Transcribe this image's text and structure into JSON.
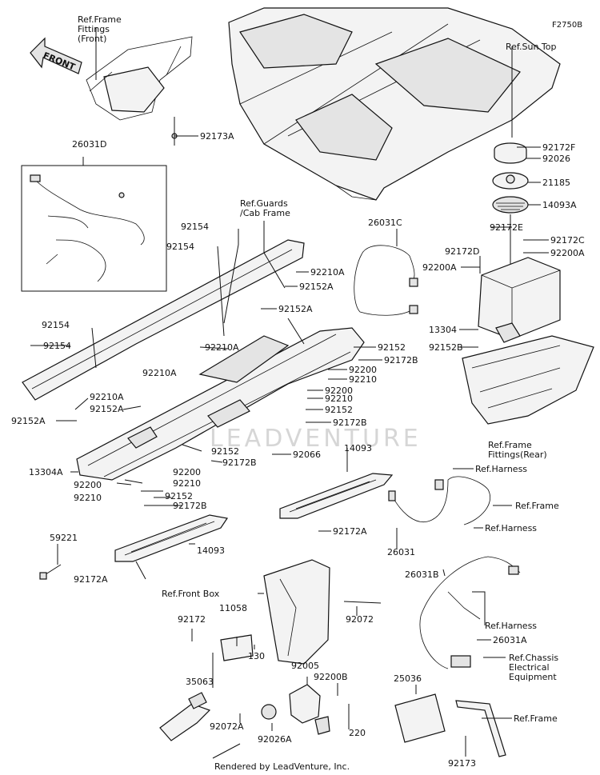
{
  "diagram": {
    "code": "F2750B",
    "footer": "Rendered by LeadVenture, Inc.",
    "watermark": "LEADVENTURE",
    "front_arrow_text": "FRONT",
    "labels": [
      {
        "id": "ref-frame-fittings-front",
        "lines": [
          "Ref.Frame",
          "Fittings",
          "(Front)"
        ]
      },
      {
        "id": "ref-sun-top",
        "lines": [
          "Ref.Sun Top"
        ]
      },
      {
        "id": "92173A",
        "lines": [
          "92173A"
        ]
      },
      {
        "id": "26031D",
        "lines": [
          "26031D"
        ]
      },
      {
        "id": "92172F",
        "lines": [
          "92172F"
        ]
      },
      {
        "id": "92026",
        "lines": [
          "92026"
        ]
      },
      {
        "id": "21185",
        "lines": [
          "21185"
        ]
      },
      {
        "id": "14093A",
        "lines": [
          "14093A"
        ]
      },
      {
        "id": "92172E",
        "lines": [
          "92172E"
        ]
      },
      {
        "id": "92172C",
        "lines": [
          "92172C"
        ]
      },
      {
        "id": "92200A-r",
        "lines": [
          "92200A"
        ]
      },
      {
        "id": "ref-guards",
        "lines": [
          "Ref.Guards",
          "/Cab Frame"
        ]
      },
      {
        "id": "92154-a",
        "lines": [
          "92154"
        ]
      },
      {
        "id": "92154-b",
        "lines": [
          "92154"
        ]
      },
      {
        "id": "92210A-a",
        "lines": [
          "92210A"
        ]
      },
      {
        "id": "92152A-a",
        "lines": [
          "92152A"
        ]
      },
      {
        "id": "92152A-b",
        "lines": [
          "92152A"
        ]
      },
      {
        "id": "26031C",
        "lines": [
          "26031C"
        ]
      },
      {
        "id": "92172D",
        "lines": [
          "92172D"
        ]
      },
      {
        "id": "92200A-m",
        "lines": [
          "92200A"
        ]
      },
      {
        "id": "92154-c",
        "lines": [
          "92154"
        ]
      },
      {
        "id": "92154-d",
        "lines": [
          "92154"
        ]
      },
      {
        "id": "92210A-b",
        "lines": [
          "92210A"
        ]
      },
      {
        "id": "92210A-c",
        "lines": [
          "92210A"
        ]
      },
      {
        "id": "13304",
        "lines": [
          "13304"
        ]
      },
      {
        "id": "92152B",
        "lines": [
          "92152B"
        ]
      },
      {
        "id": "92152-a",
        "lines": [
          "92152"
        ]
      },
      {
        "id": "92172B-a",
        "lines": [
          "92172B"
        ]
      },
      {
        "id": "92200-a",
        "lines": [
          "92200"
        ]
      },
      {
        "id": "92210-a",
        "lines": [
          "92210"
        ]
      },
      {
        "id": "92200-b",
        "lines": [
          "92200"
        ]
      },
      {
        "id": "92210-b",
        "lines": [
          "92210"
        ]
      },
      {
        "id": "92152-b",
        "lines": [
          "92152"
        ]
      },
      {
        "id": "92172B-b",
        "lines": [
          "92172B"
        ]
      },
      {
        "id": "92210A-d",
        "lines": [
          "92210A"
        ]
      },
      {
        "id": "92152A-c",
        "lines": [
          "92152A"
        ]
      },
      {
        "id": "92152A-d",
        "lines": [
          "92152A"
        ]
      },
      {
        "id": "ref-frame-fittings-rear",
        "lines": [
          "Ref.Frame",
          "Fittings(Rear)"
        ]
      },
      {
        "id": "92152-c",
        "lines": [
          "92152"
        ]
      },
      {
        "id": "92172B-c",
        "lines": [
          "92172B"
        ]
      },
      {
        "id": "92066",
        "lines": [
          "92066"
        ]
      },
      {
        "id": "13304A",
        "lines": [
          "13304A"
        ]
      },
      {
        "id": "92200-c",
        "lines": [
          "92200"
        ]
      },
      {
        "id": "92210-c",
        "lines": [
          "92210"
        ]
      },
      {
        "id": "92200-d",
        "lines": [
          "92200"
        ]
      },
      {
        "id": "92210-d",
        "lines": [
          "92210"
        ]
      },
      {
        "id": "92152-d",
        "lines": [
          "92152"
        ]
      },
      {
        "id": "92172B-d",
        "lines": [
          "92172B"
        ]
      },
      {
        "id": "14093-a",
        "lines": [
          "14093"
        ]
      },
      {
        "id": "ref-harness-a",
        "lines": [
          "Ref.Harness"
        ]
      },
      {
        "id": "ref-frame-a",
        "lines": [
          "Ref.Frame"
        ]
      },
      {
        "id": "ref-harness-b",
        "lines": [
          "Ref.Harness"
        ]
      },
      {
        "id": "92172A-a",
        "lines": [
          "92172A"
        ]
      },
      {
        "id": "26031",
        "lines": [
          "26031"
        ]
      },
      {
        "id": "59221",
        "lines": [
          "59221"
        ]
      },
      {
        "id": "14093-b",
        "lines": [
          "14093"
        ]
      },
      {
        "id": "92172A-b",
        "lines": [
          "92172A"
        ]
      },
      {
        "id": "26031B",
        "lines": [
          "26031B"
        ]
      },
      {
        "id": "ref-front-box",
        "lines": [
          "Ref.Front Box"
        ]
      },
      {
        "id": "92172",
        "lines": [
          "92172"
        ]
      },
      {
        "id": "11058",
        "lines": [
          "11058"
        ]
      },
      {
        "id": "92072-a",
        "lines": [
          "92072"
        ]
      },
      {
        "id": "ref-harness-c",
        "lines": [
          "Ref.Harness"
        ]
      },
      {
        "id": "26031A",
        "lines": [
          "26031A"
        ]
      },
      {
        "id": "130",
        "lines": [
          "130"
        ]
      },
      {
        "id": "ref-chassis",
        "lines": [
          "Ref.Chassis",
          "Electrical",
          "Equipment"
        ]
      },
      {
        "id": "35063",
        "lines": [
          "35063"
        ]
      },
      {
        "id": "92005",
        "lines": [
          "92005"
        ]
      },
      {
        "id": "92200B",
        "lines": [
          "92200B"
        ]
      },
      {
        "id": "25036",
        "lines": [
          "25036"
        ]
      },
      {
        "id": "ref-frame-b",
        "lines": [
          "Ref.Frame"
        ]
      },
      {
        "id": "92072A",
        "lines": [
          "92072A"
        ]
      },
      {
        "id": "92026A",
        "lines": [
          "92026A"
        ]
      },
      {
        "id": "220",
        "lines": [
          "220"
        ]
      },
      {
        "id": "92173",
        "lines": [
          "92173"
        ]
      }
    ]
  }
}
